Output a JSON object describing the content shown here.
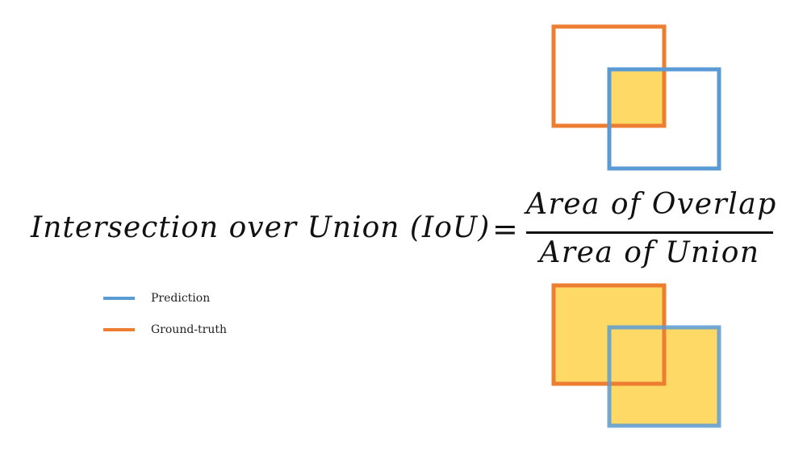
{
  "formula": {
    "lhs": "Intersection over Union (IoU)",
    "equals": "=",
    "numerator": "Area of Overlap",
    "denominator": "Area of Union"
  },
  "legend": {
    "items": [
      {
        "label": "Prediction",
        "color": "#5b9bd5"
      },
      {
        "label": "Ground-truth",
        "color": "#ed7d31"
      }
    ]
  },
  "colors": {
    "prediction": "#5b9bd5",
    "ground_truth": "#ed7d31",
    "fill": "#ffd966",
    "text": "#111111"
  }
}
